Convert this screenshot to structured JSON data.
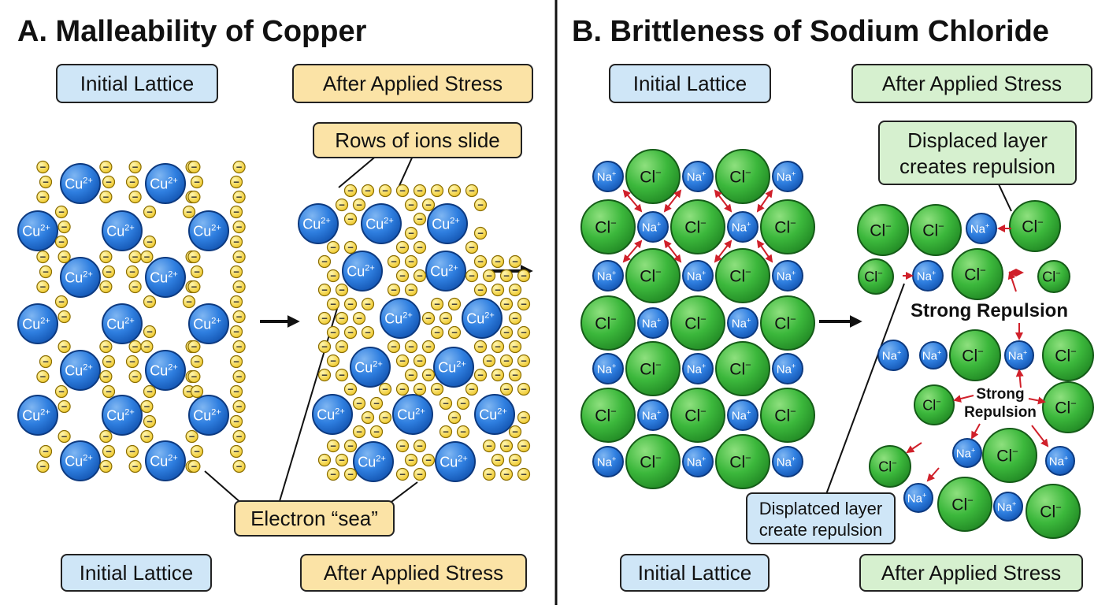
{
  "panel_a": {
    "title": "A. Malleability of Copper",
    "label_initial_top": "Initial Lattice",
    "label_after_top": "After Applied Stress",
    "callout_slide": "Rows of ions slide",
    "callout_sea": "Electron “sea”",
    "label_initial_bottom": "Initial Lattice",
    "label_after_bottom": "After Applied Stress",
    "copper_ion": "Cu2+",
    "electron_symbol": "−"
  },
  "panel_b": {
    "title": "B. Brittleness of Sodium Chloride",
    "label_initial_top": "Initial Lattice",
    "label_after_top": "After Applied Stress",
    "callout_displaced": [
      "Displaced layer",
      "creates repulsion"
    ],
    "callout_displatced": [
      "Displatced layer",
      "create repulsion"
    ],
    "repulsion_label": "Strong Repulsion",
    "repulsion_label_2": [
      "Strong",
      "Repulsion"
    ],
    "label_initial_bottom": "Initial Lattice",
    "label_after_bottom": "After Applied Stress",
    "sodium_ion": "Na+",
    "chloride_ion": "Cl−"
  },
  "colors": {
    "copper_blue": "#1f6fd0",
    "electron_yellow": "#f2d33a",
    "chloride_green": "#3cb83c",
    "label_blue_bg": "#cfe6f7",
    "label_yellow_bg": "#fbe3a6",
    "label_green_bg": "#d6f0cf",
    "arrow_red": "#d0202a"
  }
}
